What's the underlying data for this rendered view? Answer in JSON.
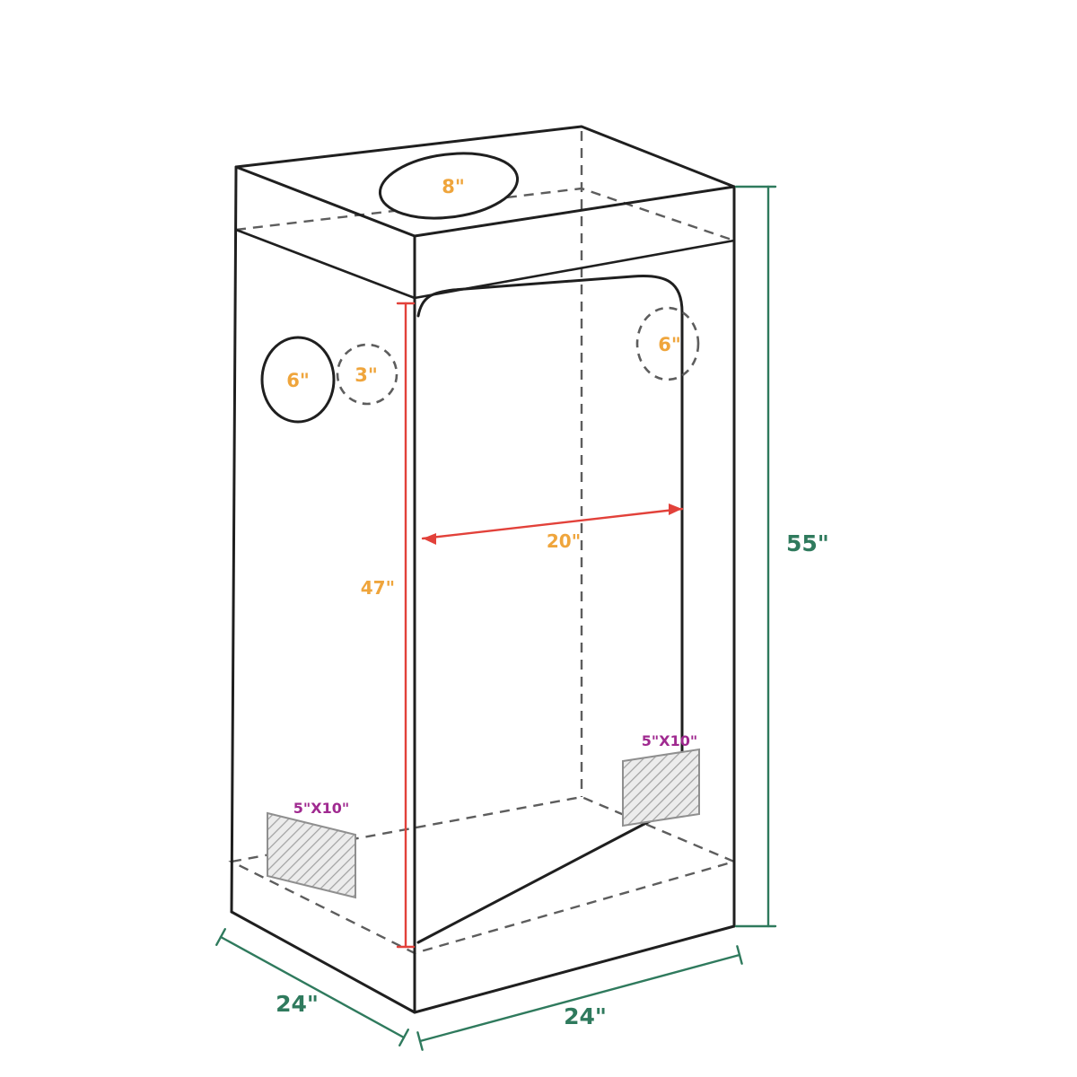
{
  "diagram": {
    "description": "Grow tent dimension diagram",
    "dimensions": {
      "top_duct": "8\"",
      "side_duct_large": "6\"",
      "side_duct_small": "3\"",
      "front_duct": "6\"",
      "interior_height": "47\"",
      "door_width": "20\"",
      "overall_height": "55\"",
      "base_depth": "24\"",
      "base_width": "24\"",
      "left_vent": "5\"X10\"",
      "right_vent": "5\"X10\""
    },
    "colors": {
      "outline": "#1f1f1f",
      "hidden_edge": "#5d5d5d",
      "duct_label": "#efa53c",
      "dimension_line": "#e2413a",
      "overall_label": "#2f7a5d",
      "vent_label": "#a02a90",
      "vent_border": "#8f8f8f",
      "hatch_line": "#a3a3a3",
      "hatch_fill": "#ececec",
      "background": "#ffffff"
    }
  }
}
